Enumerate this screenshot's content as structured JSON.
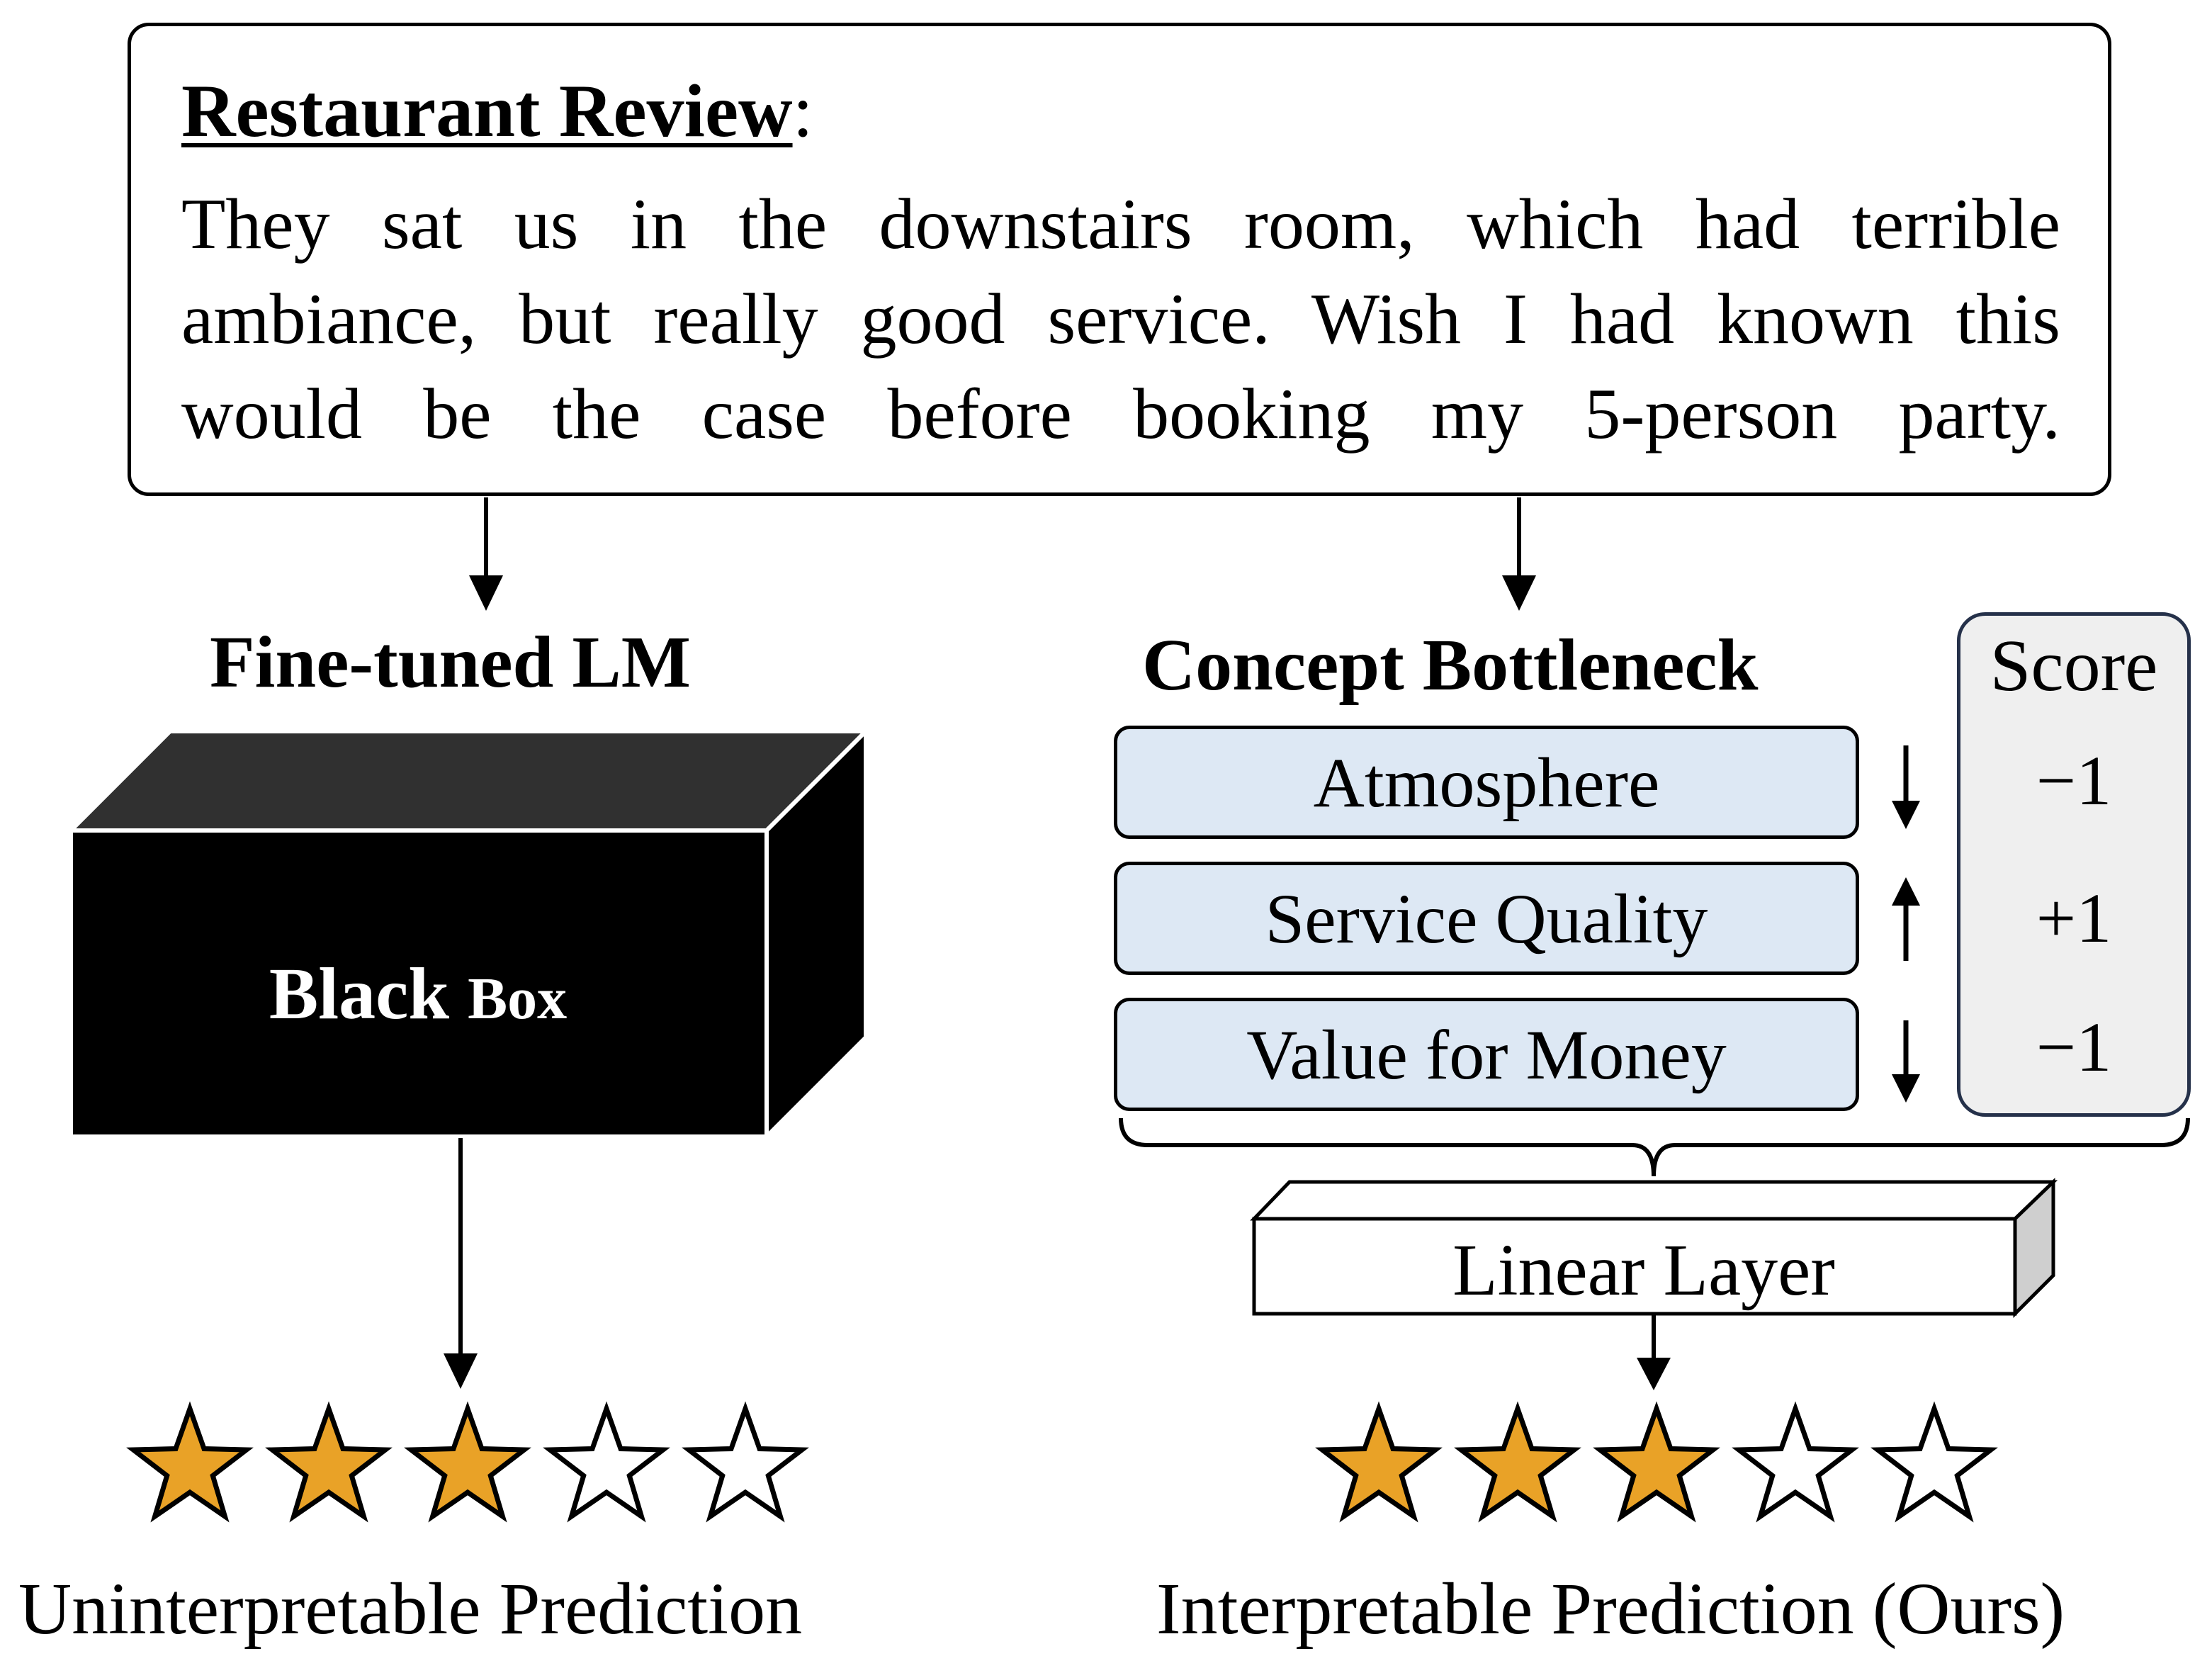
{
  "review": {
    "title": "Restaurant Review",
    "title_suffix": ":",
    "lines": [
      "They sat us in the downstairs room, which had terrible",
      "ambiance, but really good service. Wish I had known this",
      "would be the case before booking my 5-person party."
    ]
  },
  "left": {
    "heading": "Fine-tuned LM",
    "box_label_main": "Black",
    "box_label_small": "Box",
    "caption": "Uninterpretable Prediction",
    "rating": {
      "filled": 3,
      "total": 5
    }
  },
  "right": {
    "heading": "Concept Bottleneck",
    "score_header": "Score",
    "concepts": [
      {
        "label": "Atmosphere",
        "direction": "down",
        "score": "−1"
      },
      {
        "label": "Service Quality",
        "direction": "up",
        "score": "+1"
      },
      {
        "label": "Value for Money",
        "direction": "down",
        "score": "−1"
      }
    ],
    "linear_layer": "Linear Layer",
    "caption": "Interpretable Prediction (Ours)",
    "rating": {
      "filled": 3,
      "total": 5
    }
  },
  "colors": {
    "star_fill": "#e9a227",
    "concept_fill": "#dde8f4",
    "score_panel_fill": "#efefef",
    "score_panel_border": "#25314a",
    "black_box": "#000000",
    "black_box_top": "#303030"
  }
}
